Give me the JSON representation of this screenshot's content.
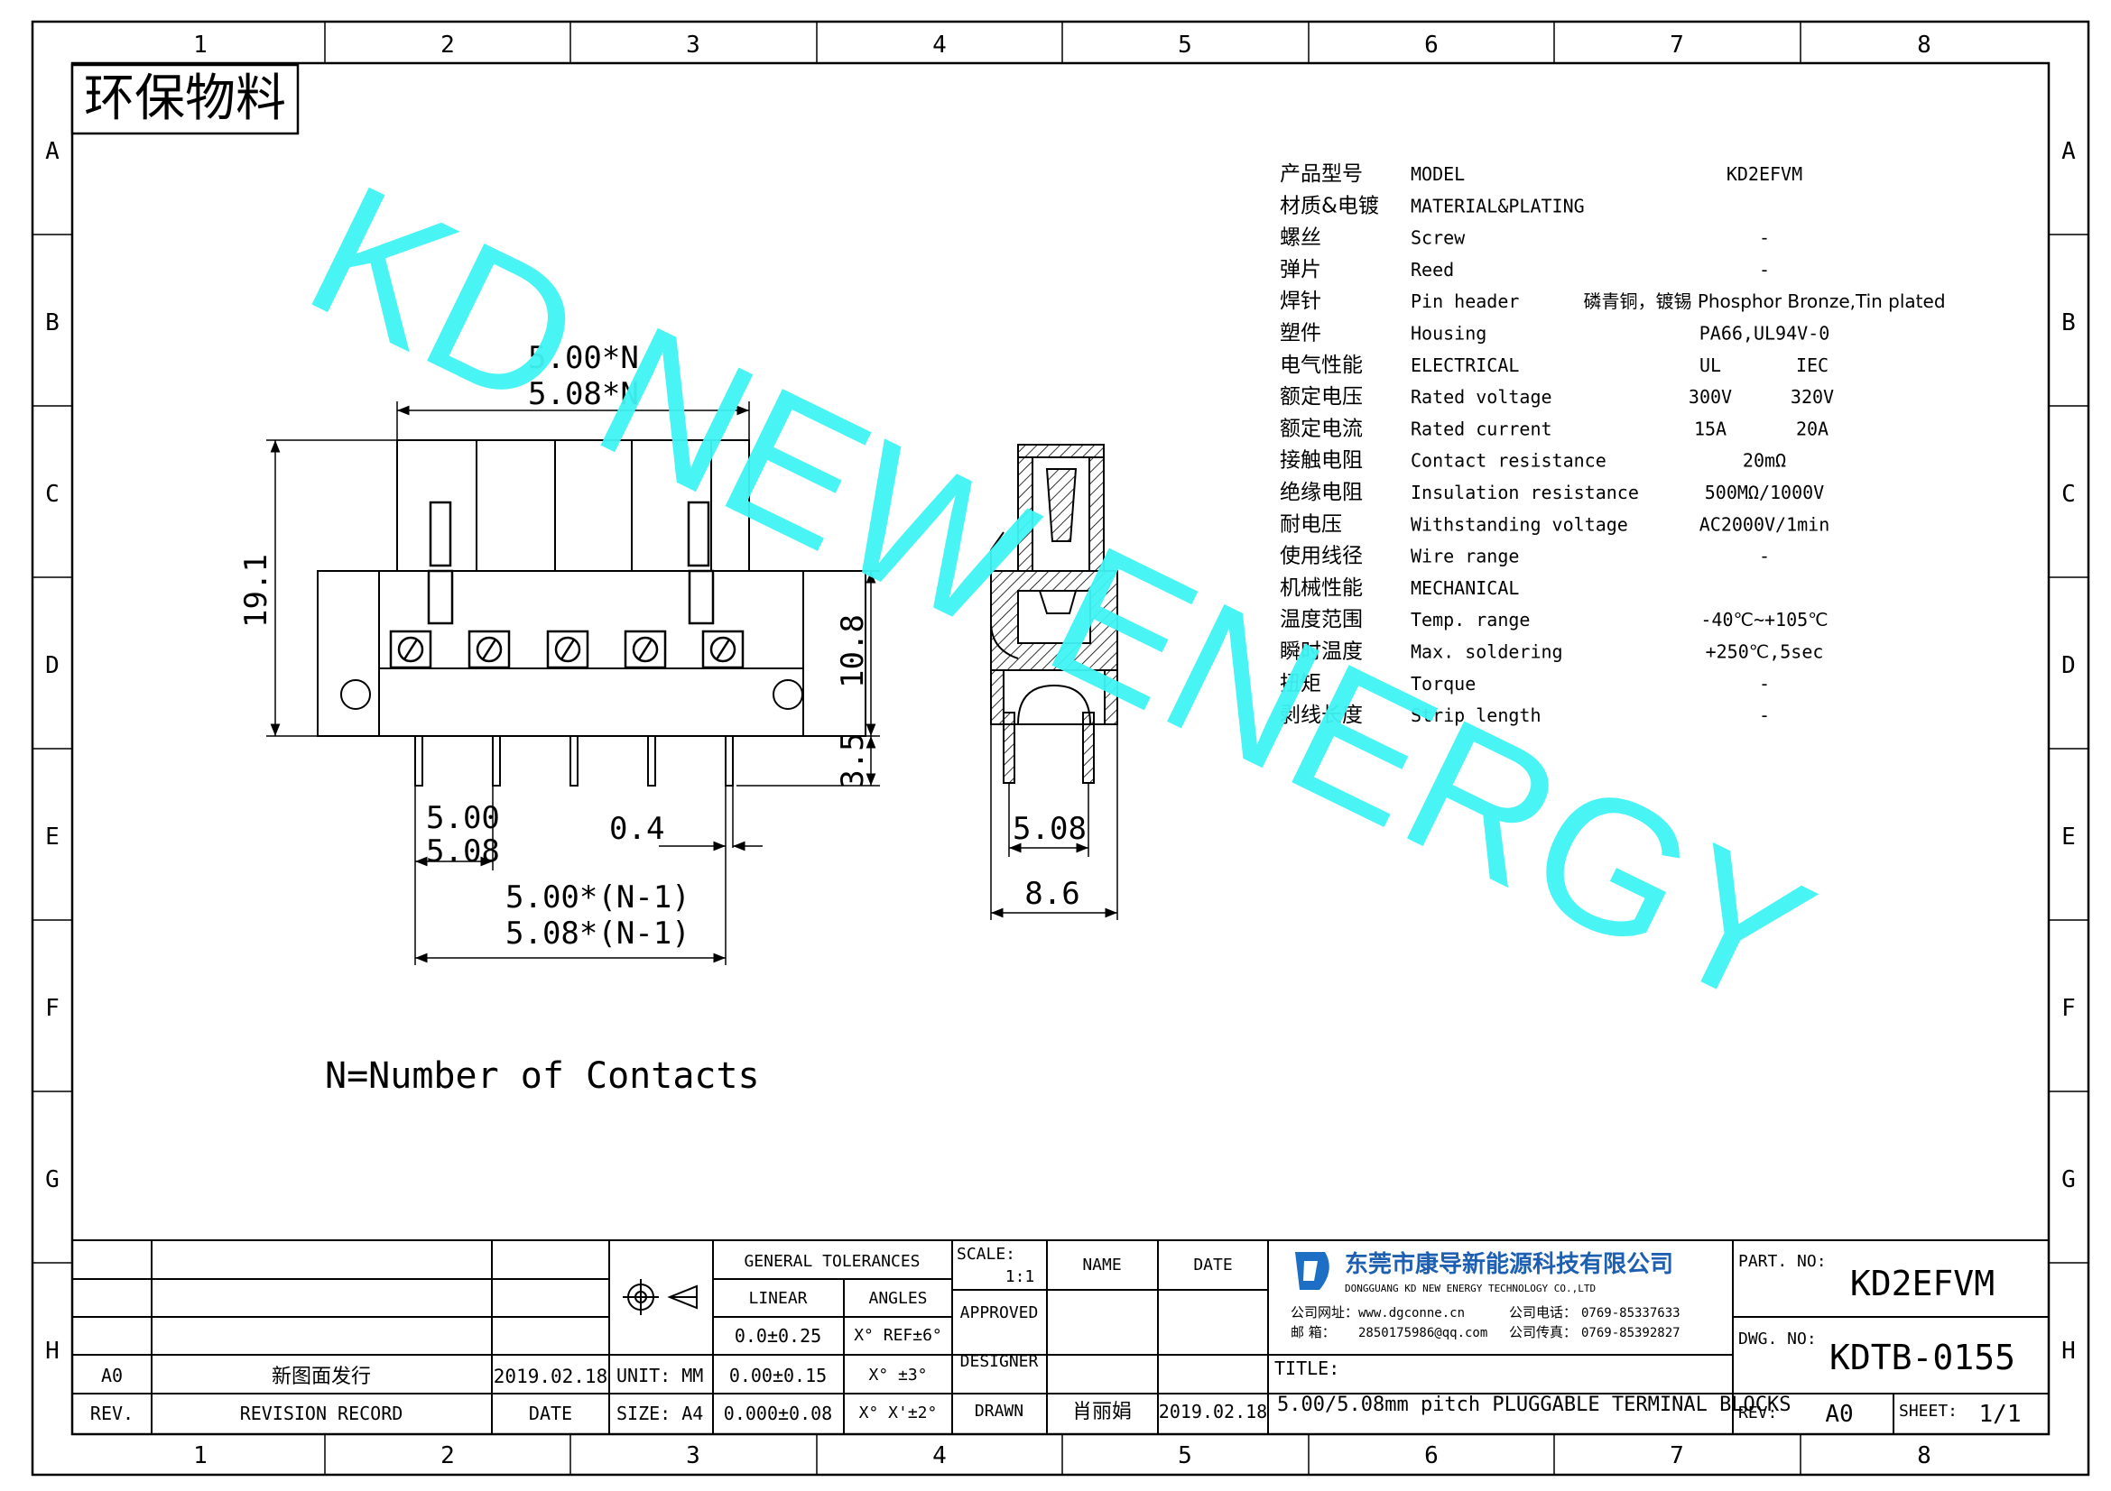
{
  "frame": {
    "columns": [
      "1",
      "2",
      "3",
      "4",
      "5",
      "6",
      "7",
      "8"
    ],
    "rows": [
      "A",
      "B",
      "C",
      "D",
      "E",
      "F",
      "G",
      "H"
    ]
  },
  "eco_label": "环保物料",
  "watermark": "KD NEW ENERGY",
  "dims": {
    "pitch_top_1": "5.00*N",
    "pitch_top_2": "5.08*N",
    "height_total": "19.1",
    "body_height": "10.8",
    "pin_length": "3.5",
    "pitch_1": "5.00",
    "pitch_2": "5.08",
    "pin_width": "0.4",
    "span_1": "5.00*(N-1)",
    "span_2": "5.08*(N-1)",
    "side_pin_span": "5.08",
    "side_width": "8.6"
  },
  "note": "N=Number of Contacts",
  "specs": [
    {
      "cn": "产品型号",
      "en": "MODEL",
      "v1": "KD2EFVM",
      "v2": ""
    },
    {
      "cn": "材质&电镀",
      "en": "MATERIAL&PLATING",
      "v1": "",
      "v2": ""
    },
    {
      "cn": "螺丝",
      "en": "Screw",
      "v1": "-",
      "v2": ""
    },
    {
      "cn": "弹片",
      "en": "Reed",
      "v1": "-",
      "v2": ""
    },
    {
      "cn": "焊针",
      "en": "Pin header",
      "v1": "磷青铜，镀锡 Phosphor Bronze,Tin plated",
      "v2": ""
    },
    {
      "cn": "塑件",
      "en": "Housing",
      "v1": "PA66,UL94V-0",
      "v2": ""
    },
    {
      "cn": "电气性能",
      "en": "ELECTRICAL",
      "v1": "UL",
      "v2": "IEC"
    },
    {
      "cn": "额定电压",
      "en": "Rated voltage",
      "v1": "300V",
      "v2": "320V"
    },
    {
      "cn": "额定电流",
      "en": "Rated current",
      "v1": "15A",
      "v2": "20A"
    },
    {
      "cn": "接触电阻",
      "en": "Contact resistance",
      "v1": "20mΩ",
      "v2": ""
    },
    {
      "cn": "绝缘电阻",
      "en": "Insulation resistance",
      "v1": "500MΩ/1000V",
      "v2": ""
    },
    {
      "cn": "耐电压",
      "en": "Withstanding voltage",
      "v1": "AC2000V/1min",
      "v2": ""
    },
    {
      "cn": "使用线径",
      "en": "Wire range",
      "v1": "-",
      "v2": ""
    },
    {
      "cn": "机械性能",
      "en": "MECHANICAL",
      "v1": "",
      "v2": ""
    },
    {
      "cn": "温度范围",
      "en": "Temp. range",
      "v1": "-40℃~+105℃",
      "v2": ""
    },
    {
      "cn": "瞬时温度",
      "en": "Max. soldering",
      "v1": "+250℃,5sec",
      "v2": ""
    },
    {
      "cn": "扭矩",
      "en": "Torque",
      "v1": "-",
      "v2": ""
    },
    {
      "cn": "剥线长度",
      "en": "Strip length",
      "v1": "-",
      "v2": ""
    }
  ],
  "title_block": {
    "rev_code": "A0",
    "rev_record": "新图面发行",
    "rev_date": "2019.02.18",
    "rev_label": "REV.",
    "rev_record_label": "REVISION RECORD",
    "date_label": "DATE",
    "general_tolerances": "GENERAL TOLERANCES",
    "linear": "LINEAR",
    "angles": "ANGLES",
    "tol_1": "0.0±0.25",
    "tol_2": "0.00±0.15",
    "tol_3": "0.000±0.08",
    "ang_1": "X° REF±6°",
    "ang_2": "X° ±3°",
    "ang_3": "X° X'±2°",
    "unit": "UNIT: MM",
    "size": "SIZE: A4",
    "scale_label": "SCALE:",
    "scale_value": "1:1",
    "name_label": "NAME",
    "date_label2": "DATE",
    "approved": "APPROVED",
    "designer": "DESIGNER",
    "drawn": "DRAWN",
    "drawn_name": "肖丽娟",
    "drawn_date": "2019.02.18",
    "company_cn": "东莞市康导新能源科技有限公司",
    "company_en": "DONGGUANG KD NEW ENERGY TECHNOLOGY CO.,LTD",
    "website_label": "公司网址：",
    "website": "www.dgconne.cn",
    "phone_label": "公司电话：",
    "phone": "0769-85337633",
    "email_label": "邮 箱：",
    "email": "2850175986@qq.com",
    "fax_label": "公司传真：",
    "fax": "0769-85392827",
    "title_label": "TITLE:",
    "title": "5.00/5.08mm pitch PLUGGABLE TERMINAL BLOCKS",
    "part_no_label": "PART. NO:",
    "part_no": "KD2EFVM",
    "dwg_no_label": "DWG. NO:",
    "dwg_no": "KDTB-0155",
    "rev_label2": "REV:",
    "rev_value": "A0",
    "sheet_label": "SHEET:",
    "sheet_value": "1/1"
  }
}
